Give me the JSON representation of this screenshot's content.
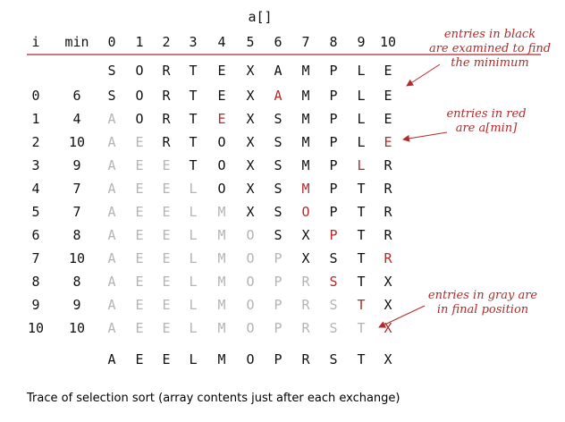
{
  "array_label": "a[]",
  "col_headers": [
    "i",
    "min",
    "0",
    "1",
    "2",
    "3",
    "4",
    "5",
    "6",
    "7",
    "8",
    "9",
    "10"
  ],
  "initial_row": [
    "S",
    "O",
    "R",
    "T",
    "E",
    "X",
    "A",
    "M",
    "P",
    "L",
    "E"
  ],
  "rows": [
    {
      "i": "0",
      "min": "6",
      "letters": [
        "S",
        "O",
        "R",
        "T",
        "E",
        "X",
        "A",
        "M",
        "P",
        "L",
        "E"
      ]
    },
    {
      "i": "1",
      "min": "4",
      "letters": [
        "A",
        "O",
        "R",
        "T",
        "E",
        "X",
        "S",
        "M",
        "P",
        "L",
        "E"
      ]
    },
    {
      "i": "2",
      "min": "10",
      "letters": [
        "A",
        "E",
        "R",
        "T",
        "O",
        "X",
        "S",
        "M",
        "P",
        "L",
        "E"
      ]
    },
    {
      "i": "3",
      "min": "9",
      "letters": [
        "A",
        "E",
        "E",
        "T",
        "O",
        "X",
        "S",
        "M",
        "P",
        "L",
        "R"
      ]
    },
    {
      "i": "4",
      "min": "7",
      "letters": [
        "A",
        "E",
        "E",
        "L",
        "O",
        "X",
        "S",
        "M",
        "P",
        "T",
        "R"
      ]
    },
    {
      "i": "5",
      "min": "7",
      "letters": [
        "A",
        "E",
        "E",
        "L",
        "M",
        "X",
        "S",
        "O",
        "P",
        "T",
        "R"
      ]
    },
    {
      "i": "6",
      "min": "8",
      "letters": [
        "A",
        "E",
        "E",
        "L",
        "M",
        "O",
        "S",
        "X",
        "P",
        "T",
        "R"
      ]
    },
    {
      "i": "7",
      "min": "10",
      "letters": [
        "A",
        "E",
        "E",
        "L",
        "M",
        "O",
        "P",
        "X",
        "S",
        "T",
        "R"
      ]
    },
    {
      "i": "8",
      "min": "8",
      "letters": [
        "A",
        "E",
        "E",
        "L",
        "M",
        "O",
        "P",
        "R",
        "S",
        "T",
        "X"
      ]
    },
    {
      "i": "9",
      "min": "9",
      "letters": [
        "A",
        "E",
        "E",
        "L",
        "M",
        "O",
        "P",
        "R",
        "S",
        "T",
        "X"
      ]
    },
    {
      "i": "10",
      "min": "10",
      "letters": [
        "A",
        "E",
        "E",
        "L",
        "M",
        "O",
        "P",
        "R",
        "S",
        "T",
        "X"
      ]
    }
  ],
  "final_row": [
    "A",
    "E",
    "E",
    "L",
    "M",
    "O",
    "P",
    "R",
    "S",
    "T",
    "X"
  ],
  "annotations": {
    "black": [
      "entries in black",
      "are examined to find",
      "the minimum"
    ],
    "red": [
      "entries in red",
      "are a[min]"
    ],
    "gray": [
      "entries in gray are",
      "in final position"
    ]
  },
  "caption": "Trace of selection sort (array contents just after each exchange)",
  "colors": {
    "black": "#111111",
    "red": "#b22a2a",
    "gray": "#b4b4b4",
    "rule": "#b22a2a"
  }
}
